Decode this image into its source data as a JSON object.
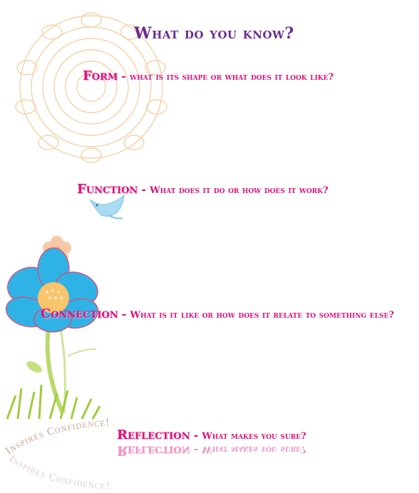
{
  "title": "What do you know?",
  "colors": {
    "title": "#6a2c91",
    "accent": "#e0117a",
    "flower_blue": "#2fb3e6",
    "flower_peach": "#f7c9a8",
    "stem_green": "#9fcc3b"
  },
  "items": [
    {
      "label": "Form",
      "dash": "-",
      "question": "what is its shape or what does it look like?"
    },
    {
      "label": "Function",
      "dash": "-",
      "question": "What does it do or how does it work?"
    },
    {
      "label": "Connection",
      "dash": "-",
      "question": "What is it like or how does it relate to something else?"
    },
    {
      "label": "Reflection",
      "dash": "-",
      "question": "What makes you sure?"
    }
  ],
  "arc_text": "Inspires Confidence!"
}
